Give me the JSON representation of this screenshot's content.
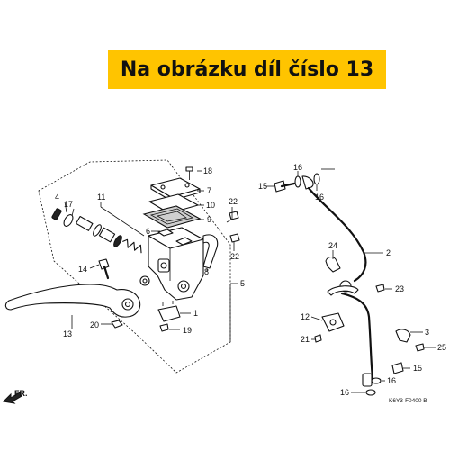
{
  "banner": {
    "text": "Na obrázku díl číslo 13"
  },
  "colors": {
    "banner_bg": "#ffc400",
    "ink": "#111111"
  },
  "direction": {
    "label": "FR.",
    "icon": "front-arrow-icon"
  },
  "diagram_code": "K6Y3-F0400 B",
  "part_labels": {
    "p1": "1",
    "p2": "2",
    "p3": "3",
    "p4": "4",
    "p5": "5",
    "p6": "6",
    "p7": "7",
    "p8": "8",
    "p9": "9",
    "p10": "10",
    "p11": "11",
    "p12": "12",
    "p13": "13",
    "p14": "14",
    "p15a": "15",
    "p15b": "15",
    "p16a": "16",
    "p16b": "16",
    "p16c": "16",
    "p17": "17",
    "p18": "18",
    "p19": "19",
    "p20": "20",
    "p21": "21",
    "p22a": "22",
    "p22b": "22",
    "p23": "23",
    "p24": "24",
    "p25": "25"
  }
}
